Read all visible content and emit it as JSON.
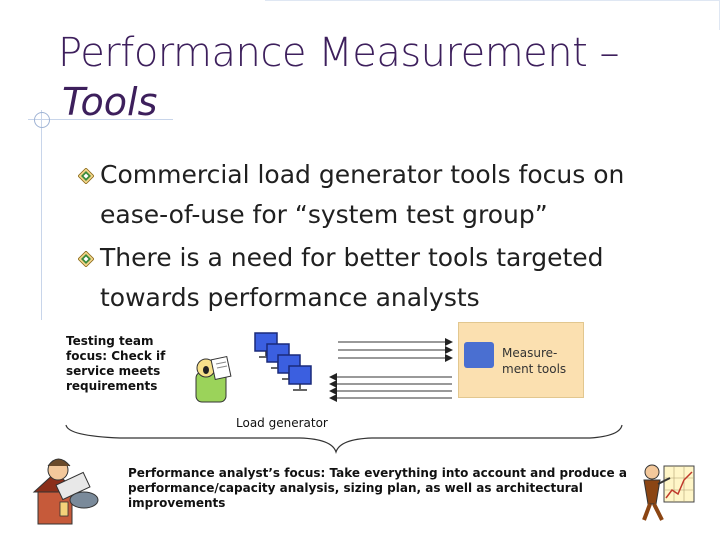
{
  "slide": {
    "title_line1": "Performance Measurement –",
    "title_line2": "Tools",
    "bullets": [
      "Commercial load generator tools focus on ease-of-use for “system test group”",
      "There is a need for better tools targeted towards  performance analysts"
    ]
  },
  "diagram": {
    "testing_team_label": "Testing team focus: Check if service meets requirements",
    "measurement_label": "Measure-ment tools",
    "load_generator_label": "Load generator",
    "analyst_focus_label": "Performance analyst’s focus: Take everything into account and produce a performance/capacity analysis, sizing plan, as well as architectural improvements"
  },
  "colors": {
    "title": "#3d1f5c",
    "measure_box": "#fbe0b0",
    "measure_inner": "#4a6fd1",
    "monitor": "#3b5fe0"
  },
  "icons": [
    "bullet-diamond-icon",
    "tester-clipart-icon",
    "monitor-icon",
    "analyst-clipart-icon",
    "presenter-chart-clipart-icon"
  ]
}
